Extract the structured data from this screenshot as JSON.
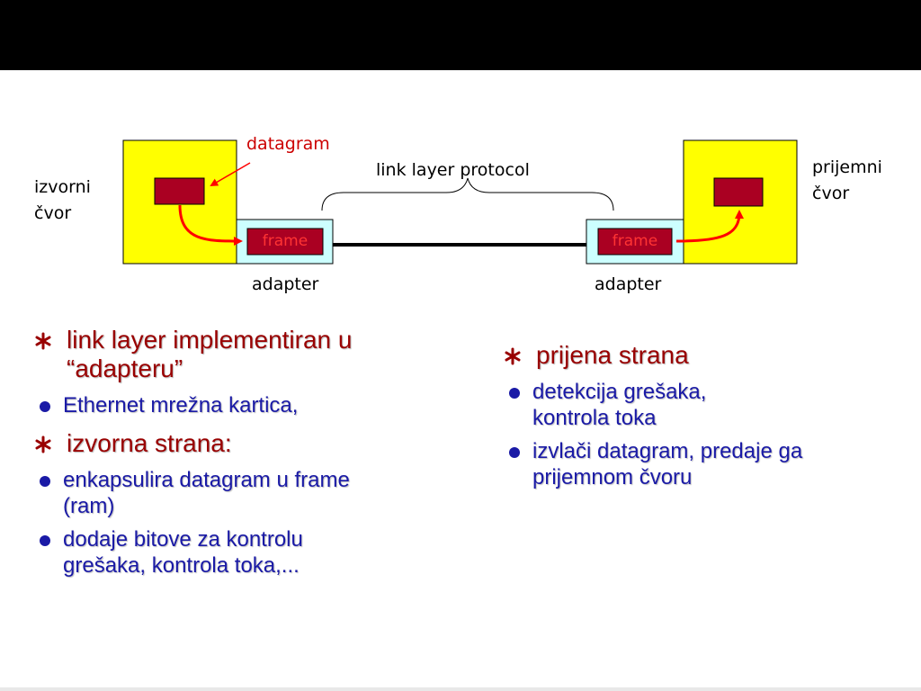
{
  "diagram": {
    "source_node_label": "izvorni\nčvor",
    "dest_node_label": "prijemni\nčvor",
    "datagram_label": "datagram",
    "protocol_label": "link layer protocol",
    "frame_label_left": "frame",
    "frame_label_right": "frame",
    "adapter_label_left": "adapter",
    "adapter_label_right": "adapter",
    "colors": {
      "node_fill": "#ffff00",
      "adapter_fill": "#ccffff",
      "datagram_fill": "#aa0022",
      "arrow": "#ff0000",
      "datagram_label": "#cc0000"
    }
  },
  "left_column": {
    "items": [
      {
        "text": "link layer implementiran u “adapteru”",
        "sub": [
          "Ethernet mrežna kartica,"
        ]
      },
      {
        "text": "izvorna strana:",
        "sub": [
          "enkapsulira datagram u frame (ram)",
          "dodaje bitove za kontrolu grešaka, kontrola toka,..."
        ]
      }
    ]
  },
  "right_column": {
    "items": [
      {
        "text": "prijena strana",
        "sub": [
          "detekcija grešaka, kontrola toka",
          "izvlači datagram, predaje ga prijemnom čvoru"
        ]
      }
    ]
  },
  "colors": {
    "top_bar": "#000000",
    "level1_text": "#990000",
    "level2_text": "#1a1aa6"
  }
}
